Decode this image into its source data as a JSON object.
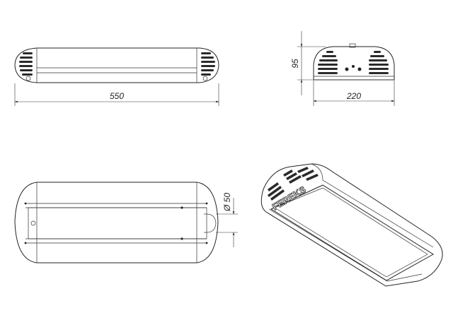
{
  "dimensions": {
    "length": "550",
    "height": "95",
    "width": "220",
    "diameter": "Ø 50"
  },
  "brand": {
    "logo_text": "FEREKS"
  },
  "colors": {
    "line": "#222222",
    "background": "#ffffff"
  }
}
